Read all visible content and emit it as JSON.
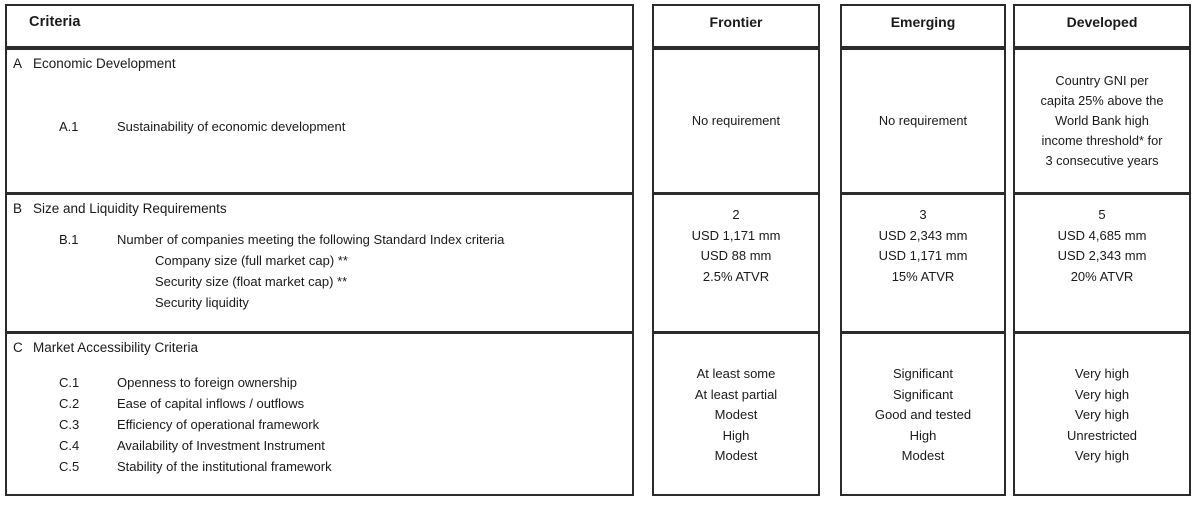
{
  "table": {
    "header": {
      "criteria_label": "Criteria",
      "columns": [
        "Frontier",
        "Emerging",
        "Developed"
      ]
    },
    "sections": [
      {
        "letter": "A",
        "name": "Economic Development",
        "rows": [
          {
            "code": "A.1",
            "text": "Sustainability of economic development"
          }
        ],
        "values": {
          "frontier": [
            "No requirement"
          ],
          "emerging": [
            "No requirement"
          ],
          "developed": [
            "Country GNI per",
            "capita 25% above the",
            "World Bank high",
            "income threshold* for",
            "3 consecutive years"
          ]
        }
      },
      {
        "letter": "B",
        "name": "Size and Liquidity Requirements",
        "rows": [
          {
            "code": "B.1",
            "text": "Number of companies meeting the following Standard Index criteria"
          }
        ],
        "sub_rows": [
          "Company size (full market cap) **",
          "Security size (float market cap) **",
          "Security liquidity"
        ],
        "values": {
          "frontier": [
            "2",
            "USD 1,171 mm",
            "USD 88 mm",
            "2.5% ATVR"
          ],
          "emerging": [
            "3",
            "USD 2,343 mm",
            "USD 1,171 mm",
            "15% ATVR"
          ],
          "developed": [
            "5",
            "USD 4,685 mm",
            "USD 2,343 mm",
            "20% ATVR"
          ]
        }
      },
      {
        "letter": "C",
        "name": "Market Accessibility Criteria",
        "rows": [
          {
            "code": "C.1",
            "text": "Openness to foreign ownership"
          },
          {
            "code": "C.2",
            "text": "Ease of capital inflows / outflows"
          },
          {
            "code": "C.3",
            "text": "Efficiency of operational framework"
          },
          {
            "code": "C.4",
            "text": "Availability of Investment Instrument"
          },
          {
            "code": "C.5",
            "text": "Stability of the institutional framework"
          }
        ],
        "values": {
          "frontier": [
            "At least some",
            "At least partial",
            "Modest",
            "High",
            "Modest"
          ],
          "emerging": [
            "Significant",
            "Significant",
            "Good and tested",
            "High",
            "Modest"
          ],
          "developed": [
            "Very high",
            "Very high",
            "Very high",
            "Unrestricted",
            "Very high"
          ]
        }
      }
    ]
  },
  "colors": {
    "border": "#2b2b2b",
    "text": "#1a1a1a",
    "background": "#ffffff"
  }
}
